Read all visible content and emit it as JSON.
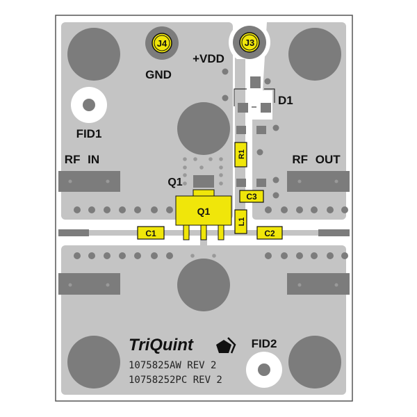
{
  "colors": {
    "copper": "#c4c4c4",
    "pad": "#7c7c7c",
    "component": "#f0e60a",
    "outline": "#111111",
    "board": "#ffffff"
  },
  "connectors": {
    "j4": {
      "ref": "J4",
      "label": "GND"
    },
    "j3": {
      "ref": "J3",
      "label": "+VDD"
    }
  },
  "fiducials": {
    "fid1": "FID1",
    "fid2": "FID2"
  },
  "ports": {
    "rf_in": "RF IN",
    "rf_out": "RF OUT"
  },
  "components": {
    "q1": "Q1",
    "q1_silk": "Q1",
    "d1": "D1",
    "r1": "R1",
    "c1": "C1",
    "c2": "C2",
    "c3": "C3",
    "l1": "L1"
  },
  "branding": {
    "logo": "TriQuint",
    "part_line_1": "1075825AW REV 2",
    "part_line_2": "10758252PC REV 2"
  }
}
